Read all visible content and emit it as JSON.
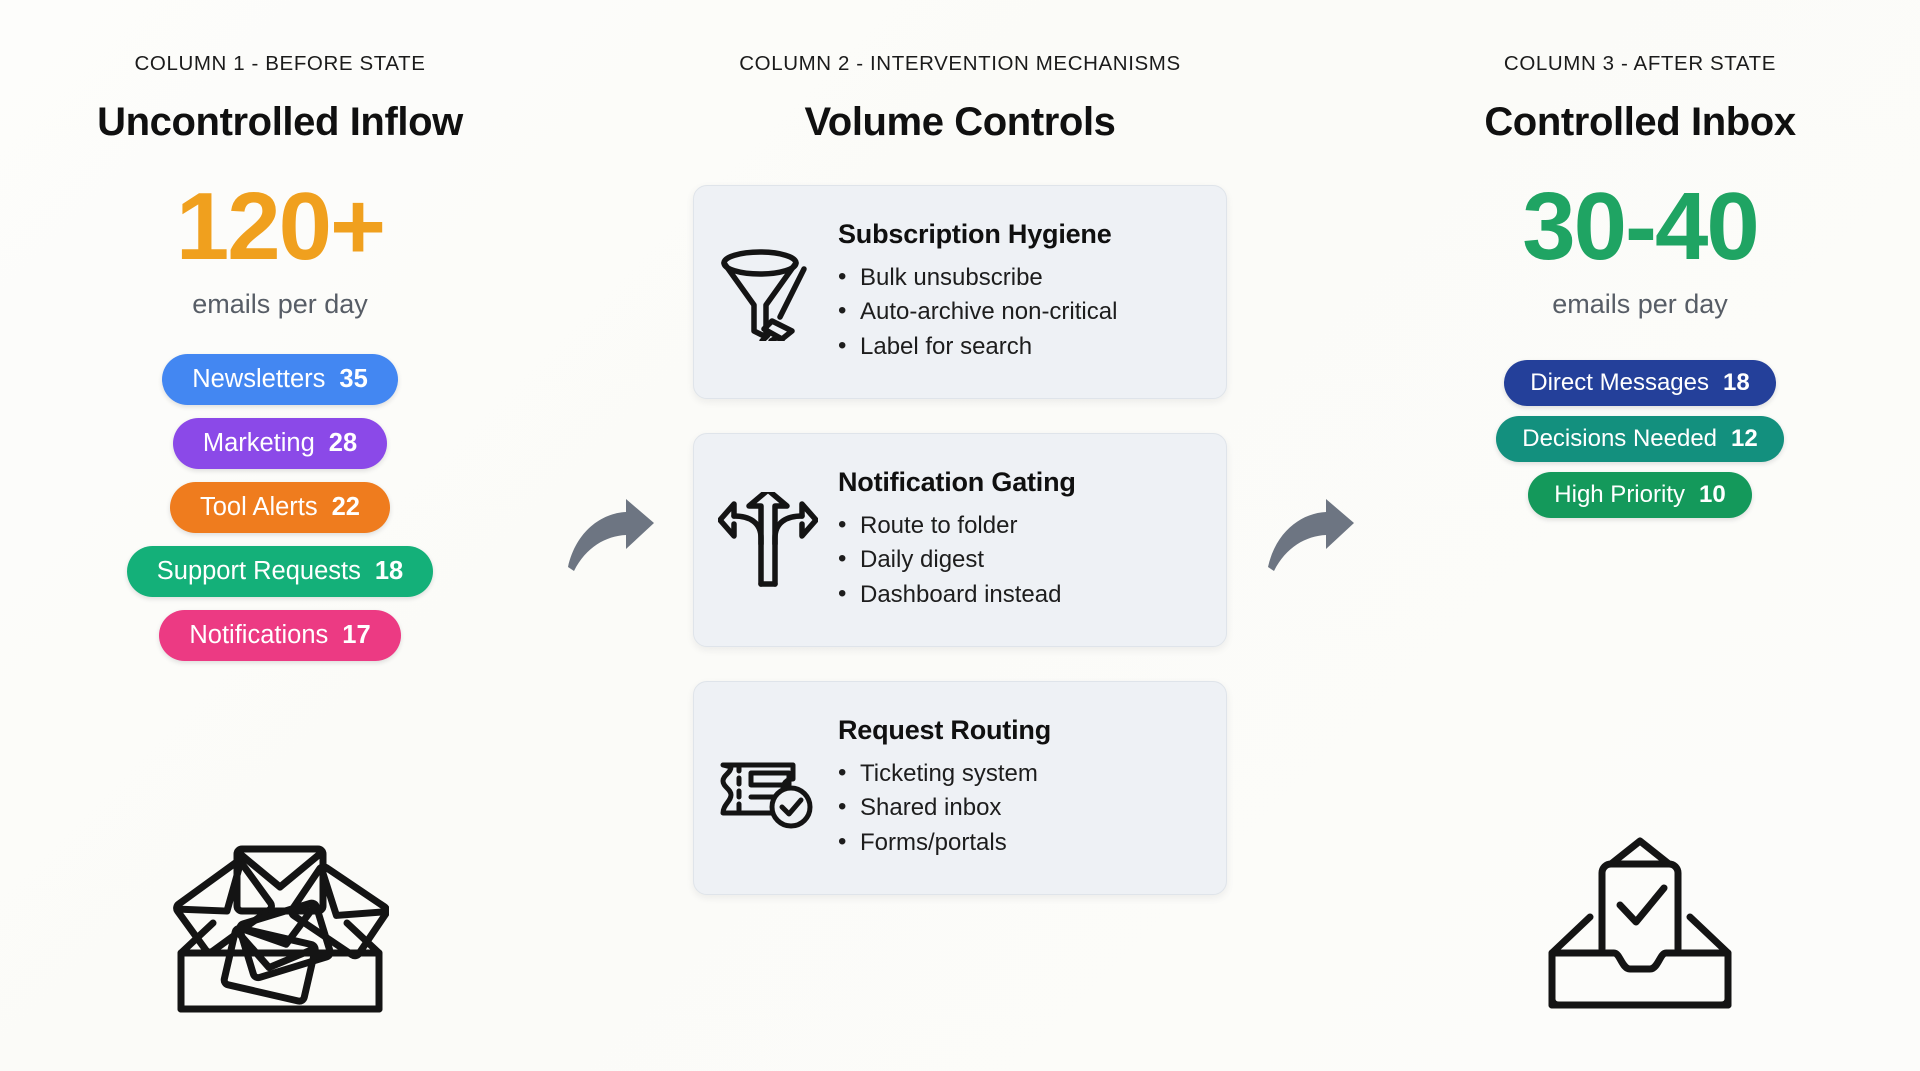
{
  "columns": {
    "before": {
      "eyebrow": "COLUMN 1 - BEFORE STATE",
      "title": "Uncontrolled Inflow",
      "metric_value": "120+",
      "metric_caption": "emails per day",
      "metric_color": "#f0a01e",
      "illustration_icon": "overflowing-inbox-icon",
      "pills": [
        {
          "label": "Newsletters",
          "count": "35",
          "color": "#4387f2"
        },
        {
          "label": "Marketing",
          "count": "28",
          "color": "#8b49e8"
        },
        {
          "label": "Tool Alerts",
          "count": "22",
          "color": "#ef7c1e"
        },
        {
          "label": "Support Requests",
          "count": "18",
          "color": "#14b079"
        },
        {
          "label": "Notifications",
          "count": "17",
          "color": "#ec3a83"
        }
      ]
    },
    "middle": {
      "eyebrow": "COLUMN 2 - INTERVENTION MECHANISMS",
      "title": "Volume Controls",
      "cards": [
        {
          "icon": "funnel-broom-icon",
          "heading": "Subscription Hygiene",
          "bullets": [
            "Bulk unsubscribe",
            "Auto-archive non-critical",
            "Label for search"
          ]
        },
        {
          "icon": "three-way-arrow-icon",
          "heading": "Notification Gating",
          "bullets": [
            "Route to folder",
            "Daily digest",
            "Dashboard instead"
          ]
        },
        {
          "icon": "ticket-check-icon",
          "heading": "Request Routing",
          "bullets": [
            "Ticketing system",
            "Shared inbox",
            "Forms/portals"
          ]
        }
      ]
    },
    "after": {
      "eyebrow": "COLUMN 3 - AFTER STATE",
      "title": "Controlled Inbox",
      "metric_value": "30-40",
      "metric_caption": "emails per day",
      "metric_color": "#1fa463",
      "illustration_icon": "inbox-check-icon",
      "pills": [
        {
          "label": "Direct Messages",
          "count": "18",
          "color": "#24409a"
        },
        {
          "label": "Decisions Needed",
          "count": "12",
          "color": "#13907e"
        },
        {
          "label": "High Priority",
          "count": "10",
          "color": "#14995b"
        }
      ]
    }
  },
  "flow": {
    "arrow_one_name": "flow-arrow-before-to-controls",
    "arrow_two_name": "flow-arrow-controls-to-after",
    "arrow_color": "#6d7582"
  }
}
